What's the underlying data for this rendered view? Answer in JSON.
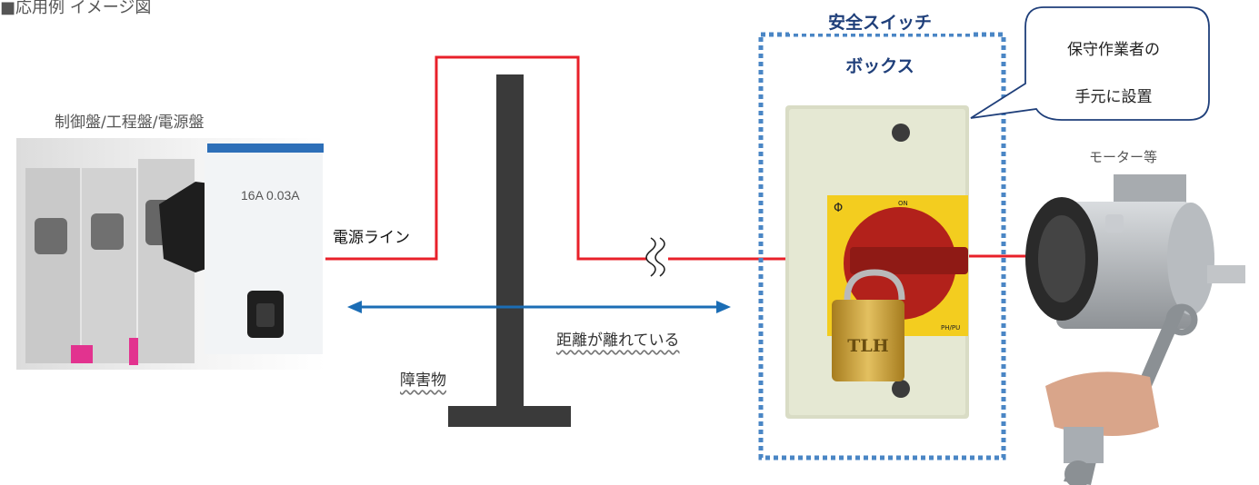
{
  "header": {
    "title": "■応用例 イメージ図"
  },
  "panel": {
    "label": "制御盤/工程盤/電源盤",
    "device_text": "16A 0.03A"
  },
  "power_line": {
    "label": "電源ライン",
    "color": "#e8202a"
  },
  "obstacle": {
    "label": "障害物",
    "color": "#3a3a3a"
  },
  "distance": {
    "label": "距離が離れている",
    "arrow_color": "#1b6db5"
  },
  "safety_switch_box": {
    "title_line1": "安全スイッチ",
    "title_line2": "ボックス",
    "border_color": "#4a86c5",
    "switch_marks": {
      "on": "ON",
      "symbol": "Φ",
      "model": "PH/PU"
    },
    "lock_text": "TLH"
  },
  "callout": {
    "line1": "保守作業者の",
    "line2": "手元に設置",
    "border_color": "#1f3f7a"
  },
  "motor": {
    "label": "モーター等"
  }
}
